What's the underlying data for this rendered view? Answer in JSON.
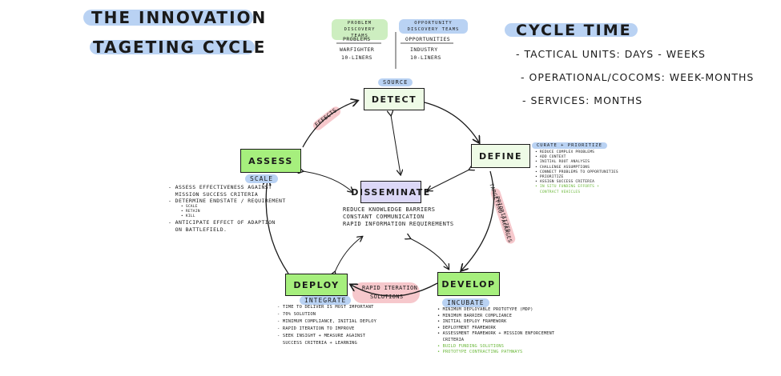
{
  "title": {
    "line1": "THE INNOVATION",
    "line2": "TAGETING CYCLE"
  },
  "cycle_time": {
    "heading": "CYCLE TIME",
    "items": [
      "- TACTICAL UNITS: DAYS - WEEKS",
      "- OPERATIONAL/COCOMS: WEEK-MONTHS",
      "- SERVICES: MONTHS"
    ]
  },
  "teams": {
    "problem": {
      "label": "PROBLEM DISCOVERY TEAMS",
      "items": [
        "PROBLEMS",
        "WARFIGHTER",
        "10-LINERS"
      ]
    },
    "opportunity": {
      "label": "OPPORTUNITY DISCOVERY TEAMS",
      "items": [
        "OPPORTUNITIES",
        "INDUSTRY",
        "10-LINERS"
      ]
    }
  },
  "nodes": {
    "detect": {
      "label": "DETECT",
      "tag": "SOURCE"
    },
    "define": {
      "label": "DEFINE"
    },
    "develop": {
      "label": "DEVELOP",
      "tag": "INCUBATE"
    },
    "deploy": {
      "label": "DEPLOY",
      "tag": "INTEGRATE"
    },
    "assess": {
      "label": "ASSESS",
      "tag": "SCALE"
    },
    "disseminate": {
      "label": "DISSEMINATE",
      "items": [
        "REDUCE KNOWLEDGE BARRIERS",
        "CONSTANT COMMUNICATION",
        "RAPID INFORMATION REQUIREMENTS"
      ]
    }
  },
  "edge_labels": {
    "effects": "EFFECTS",
    "targeting": "TARGETING PACKAGES",
    "targeting2": "PRIORITIZED",
    "rapid": "RAPID ITERATION",
    "solutions": "SOLUTIONS"
  },
  "define_notes": {
    "heading": "CURATE + PRIORITIZE",
    "items": [
      "• REDUCE COMPLEX PROBLEMS",
      "• ADD CONTEXT",
      "• INITIAL ROOT ANALYSIS",
      "• CHALLENGE ASSUMPTIONS",
      "• CONNECT PROBLEMS TO OPPORTUNITIES",
      "• PRIORITIZE",
      "• ASSIGN SUCCESS CRITERIA"
    ],
    "green": [
      "• IN SITU FUNDING EFFORTS +",
      "  CONTRACT VEHICLES"
    ]
  },
  "assess_notes": {
    "items": [
      "- ASSESS EFFECTIVENESS AGAINST",
      "  MISSION SUCCESS CRITERIA",
      "- DETERMINE ENDSTATE / REQUIREMENT",
      "  • SCALE",
      "  • RETAIN",
      "  • KILL",
      "- ANTICIPATE EFFECT OF ADAPTION",
      "  ON BATTLEFIELD."
    ]
  },
  "deploy_notes": {
    "items": [
      "- TIME TO DELIVER IS MOST IMPORTANT",
      "- 70% SOLUTION",
      "- MINIMUM COMPLIANCE, INITIAL DEPLOY",
      "- RAPID ITERATION TO IMPROVE",
      "- SEEK INSIGHT + MEASURE AGAINST",
      "  SUCCESS CRITERIA + LEARNING"
    ]
  },
  "develop_notes": {
    "items": [
      "• MINIMUM DEPLOYABLE PROTOTYPE (MDP)",
      "• MINIMUM BARRIER COMPLIANCE",
      "• INITIAL DEPLOY FRAMEWORK",
      "• DEPLOYMENT FRAMEWORK",
      "• ASSESSMENT FRAMEWORK + MISSION ENFORCEMENT",
      "  CRITERIA"
    ],
    "green": [
      "• BUILD FUNDING SOLUTIONS",
      "• PROTOTYPE CONTRACTING PATHWAYS"
    ]
  }
}
